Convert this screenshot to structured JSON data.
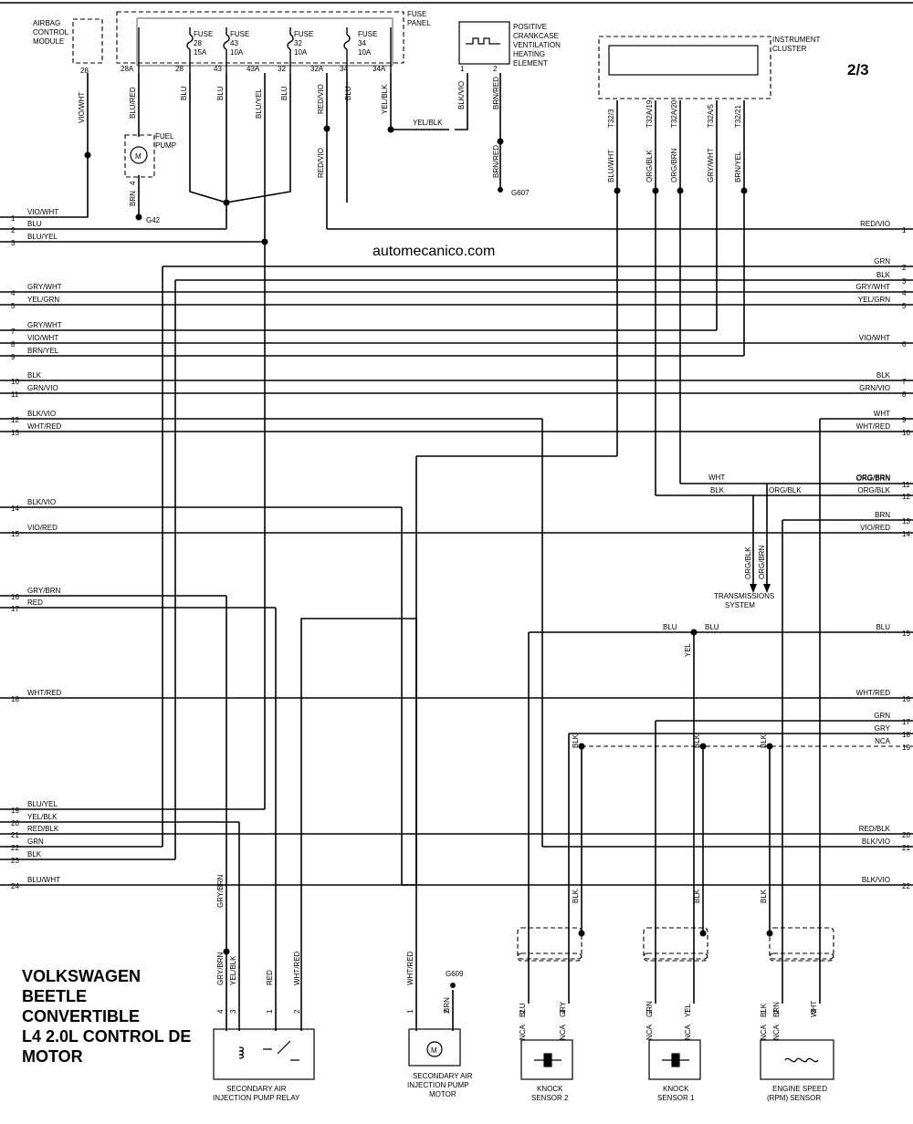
{
  "page": "2/3",
  "watermark": "automecanico.com",
  "title_lines": [
    "VOLKSWAGEN",
    "BEETLE",
    "CONVERTIBLE",
    "L4 2.0L CONTROL DE",
    "MOTOR"
  ],
  "components": {
    "airbag": [
      "AIRBAG",
      "CONTROL",
      "MODULE"
    ],
    "fuse_panel": [
      "FUSE",
      "PANEL"
    ],
    "fuses": [
      {
        "name": "FUSE",
        "num": "28",
        "amp": "15A"
      },
      {
        "name": "FUSE",
        "num": "43",
        "amp": "10A"
      },
      {
        "name": "FUSE",
        "num": "32",
        "amp": "10A"
      },
      {
        "name": "FUSE",
        "num": "34",
        "amp": "10A"
      }
    ],
    "pcv_heater": [
      "POSITIVE",
      "CRANKCASE",
      "VENTILATION",
      "HEATING",
      "ELEMENT"
    ],
    "instrument_cluster": [
      "INSTRUMENT",
      "CLUSTER"
    ],
    "fuel_pump": [
      "FUEL",
      "PUMP"
    ],
    "relay": [
      "SECONDARY AIR",
      "INJECTION PUMP RELAY"
    ],
    "pump_motor": [
      "SECONDARY AIR",
      "INJECTION PUMP",
      "MOTOR"
    ],
    "knock2": [
      "KNOCK",
      "SENSOR 2"
    ],
    "knock1": [
      "KNOCK",
      "SENSOR 1"
    ],
    "rpm": [
      "ENGINE SPEED",
      "(RPM) SENSOR"
    ],
    "transmission": [
      "TRANSMISSIONS",
      "SYSTEM"
    ]
  },
  "grounds": [
    "G42",
    "G607",
    "G609"
  ],
  "motor_symbol": "M",
  "top_labels": {
    "airbag_pin": "28",
    "fuse_pins": [
      "28A",
      "28",
      "43",
      "43A",
      "32",
      "32A",
      "34",
      "34A"
    ],
    "pcv_pins": [
      "1",
      "2"
    ],
    "cluster_pins": [
      "T32/3",
      "T32A/19",
      "T32A/20",
      "T32A/5",
      "T32/21"
    ]
  },
  "vertical_wire_labels": [
    "VIO/WHT",
    "BLU/RED",
    "BLU",
    "BLU",
    "BLU/YEL",
    "BLU",
    "RED/VIO",
    "BLU",
    "YEL/BLK",
    "BLK/VIO",
    "BRN/RED",
    "BRN/RED",
    "RED/VIO",
    "BLU/WHT",
    "ORG/BLK",
    "ORG/BRN",
    "GRY/WHT",
    "BRN/YEL",
    "ORG/BLK",
    "ORG/BRN",
    "YEL",
    "BLK",
    "BLK",
    "BLK",
    "BLK",
    "BLK",
    "BLK",
    "GRY/BRN",
    "GRY/BRN",
    "YEL/BLK",
    "RED",
    "WHT/RED",
    "WHT/RED",
    "BRN",
    "BLU",
    "GRY",
    "GRN",
    "YEL",
    "BLK",
    "BRN",
    "WHT",
    "NCA",
    "NCA",
    "NCA",
    "NCA",
    "NCA",
    "NCA",
    "BRN",
    "4"
  ],
  "pin_numbers": [
    "4",
    "3",
    "1",
    "2",
    "2",
    "1",
    "2",
    "1",
    "1",
    "2",
    "1",
    "2",
    "3"
  ],
  "misc_labels": [
    "YEL/BLK",
    "WHT",
    "BLK",
    "ORG/BRN",
    "ORG/BLK",
    "BLU",
    "BLU"
  ],
  "left_rows": [
    {
      "num": "1",
      "label": "VIO/WHT"
    },
    {
      "num": "2",
      "label": "BLU"
    },
    {
      "num": "3",
      "label": "BLU/YEL"
    },
    {
      "num": "4",
      "label": "GRY/WHT"
    },
    {
      "num": "5",
      "label": "YEL/GRN"
    },
    {
      "num": "7",
      "label": "GRY/WHT"
    },
    {
      "num": "8",
      "label": "VIO/WHT"
    },
    {
      "num": "9",
      "label": "BRN/YEL"
    },
    {
      "num": "10",
      "label": "BLK"
    },
    {
      "num": "11",
      "label": "GRN/VIO"
    },
    {
      "num": "12",
      "label": "BLK/VIO"
    },
    {
      "num": "13",
      "label": "WHT/RED"
    },
    {
      "num": "14",
      "label": "BLK/VIO"
    },
    {
      "num": "15",
      "label": "VIO/RED"
    },
    {
      "num": "16",
      "label": "GRY/BRN"
    },
    {
      "num": "17",
      "label": "RED"
    },
    {
      "num": "18",
      "label": "WHT/RED"
    },
    {
      "num": "19",
      "label": "BLU/YEL"
    },
    {
      "num": "20",
      "label": "YEL/BLK"
    },
    {
      "num": "21",
      "label": "RED/BLK"
    },
    {
      "num": "22",
      "label": "GRN"
    },
    {
      "num": "23",
      "label": "BLK"
    },
    {
      "num": "24",
      "label": "BLU/WHT"
    }
  ],
  "right_rows": [
    {
      "num": "1",
      "label": "RED/VIO"
    },
    {
      "num": "2",
      "label": "GRN"
    },
    {
      "num": "3",
      "label": "BLK"
    },
    {
      "num": "4",
      "label": "GRY/WHT"
    },
    {
      "num": "5",
      "label": "YEL/GRN"
    },
    {
      "num": "6",
      "label": "VIO/WHT"
    },
    {
      "num": "7",
      "label": "BLK"
    },
    {
      "num": "8",
      "label": "GRN/VIO"
    },
    {
      "num": "9",
      "label": "WHT"
    },
    {
      "num": "10",
      "label": "WHT/RED"
    },
    {
      "num": "11",
      "label": "ORG/BRN"
    },
    {
      "num": "12",
      "label": "ORG/BLK"
    },
    {
      "num": "13",
      "label": "BRN"
    },
    {
      "num": "14",
      "label": "VIO/RED"
    },
    {
      "num": "15",
      "label": "BLU"
    },
    {
      "num": "16",
      "label": "WHT/RED"
    },
    {
      "num": "17",
      "label": "GRN"
    },
    {
      "num": "18",
      "label": "GRY"
    },
    {
      "num": "19",
      "label": "NCA"
    },
    {
      "num": "20",
      "label": "RED/BLK"
    },
    {
      "num": "21",
      "label": "BLK/VIO"
    },
    {
      "num": "22",
      "label": "BLK/VIO"
    }
  ]
}
